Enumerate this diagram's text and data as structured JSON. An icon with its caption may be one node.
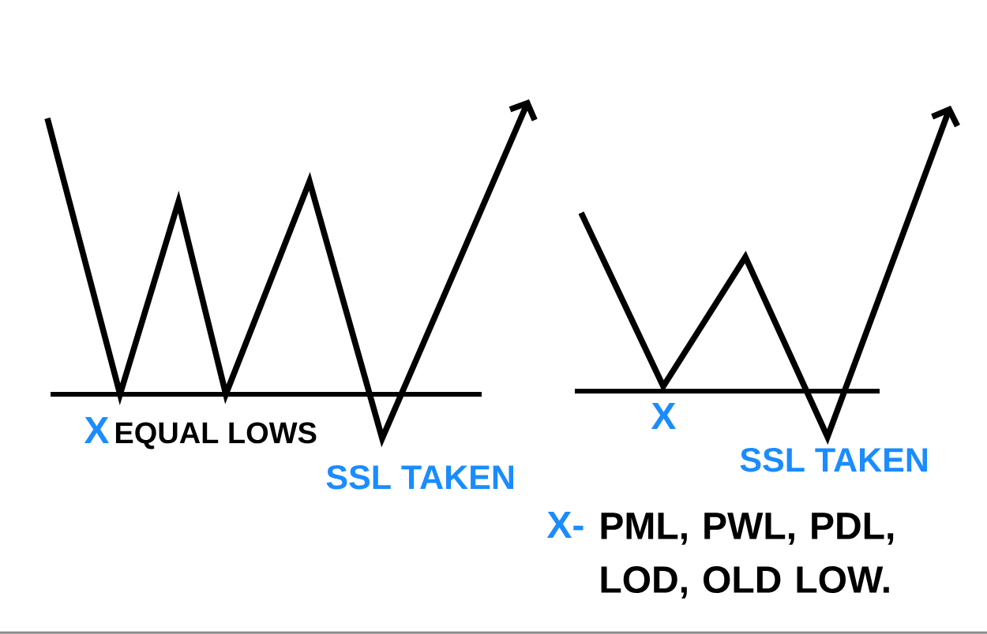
{
  "diagram": {
    "labels": [
      "X",
      "EQUAL LOWS",
      "SSL TAKEN",
      "X",
      "SSL TAKEN",
      "X-",
      "PML, PWL, PDL, LOD, OLD LOW."
    ]
  }
}
